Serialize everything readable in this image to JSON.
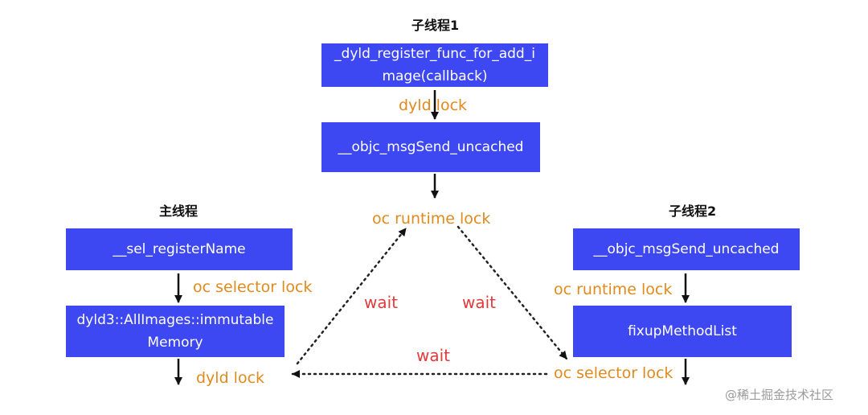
{
  "threads": {
    "sub1": {
      "title": "子线程1",
      "boxes": [
        "_dyld_register_func_for_add_i\nmage(callback)",
        "__objc_msgSend_uncached"
      ],
      "locks": [
        "dyld lock"
      ]
    },
    "main": {
      "title": "主线程",
      "boxes": [
        "__sel_registerName",
        "dyld3::AllImages::immutable\nMemory"
      ],
      "locks": [
        "oc selector lock",
        "dyld lock"
      ]
    },
    "sub2": {
      "title": "子线程2",
      "boxes": [
        "__objc_msgSend_uncached",
        "fixupMethodList"
      ],
      "locks": [
        "oc runtime lock",
        "oc selector lock"
      ]
    }
  },
  "center_lock": "oc runtime lock",
  "wait_labels": [
    "wait",
    "wait",
    "wait"
  ],
  "watermark": "@稀土掘金技术社区",
  "colors": {
    "box_fill": "#3d47f2",
    "box_text": "#ffffff",
    "lock_text": "#e08a1e",
    "wait_text": "#e23b3b"
  }
}
